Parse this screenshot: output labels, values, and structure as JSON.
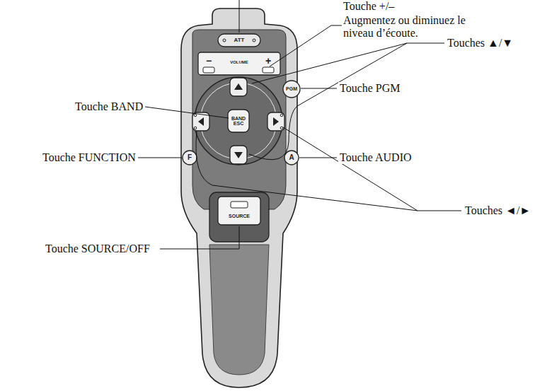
{
  "diagram": {
    "labels": [
      "Touche +/–",
      "Augmentez ou diminuez le niveau d’écoute.",
      "Touches ▲/▼",
      "Touche PGM",
      "Touche BAND",
      "Touche FUNCTION",
      "Touche AUDIO",
      "Touches ◄/►",
      "Touche SOURCE/OFF",
      "ATT",
      "VOLUME",
      "−",
      "+",
      "PGM",
      "BAND ESC",
      "F",
      "A",
      "SOURCE"
    ]
  }
}
